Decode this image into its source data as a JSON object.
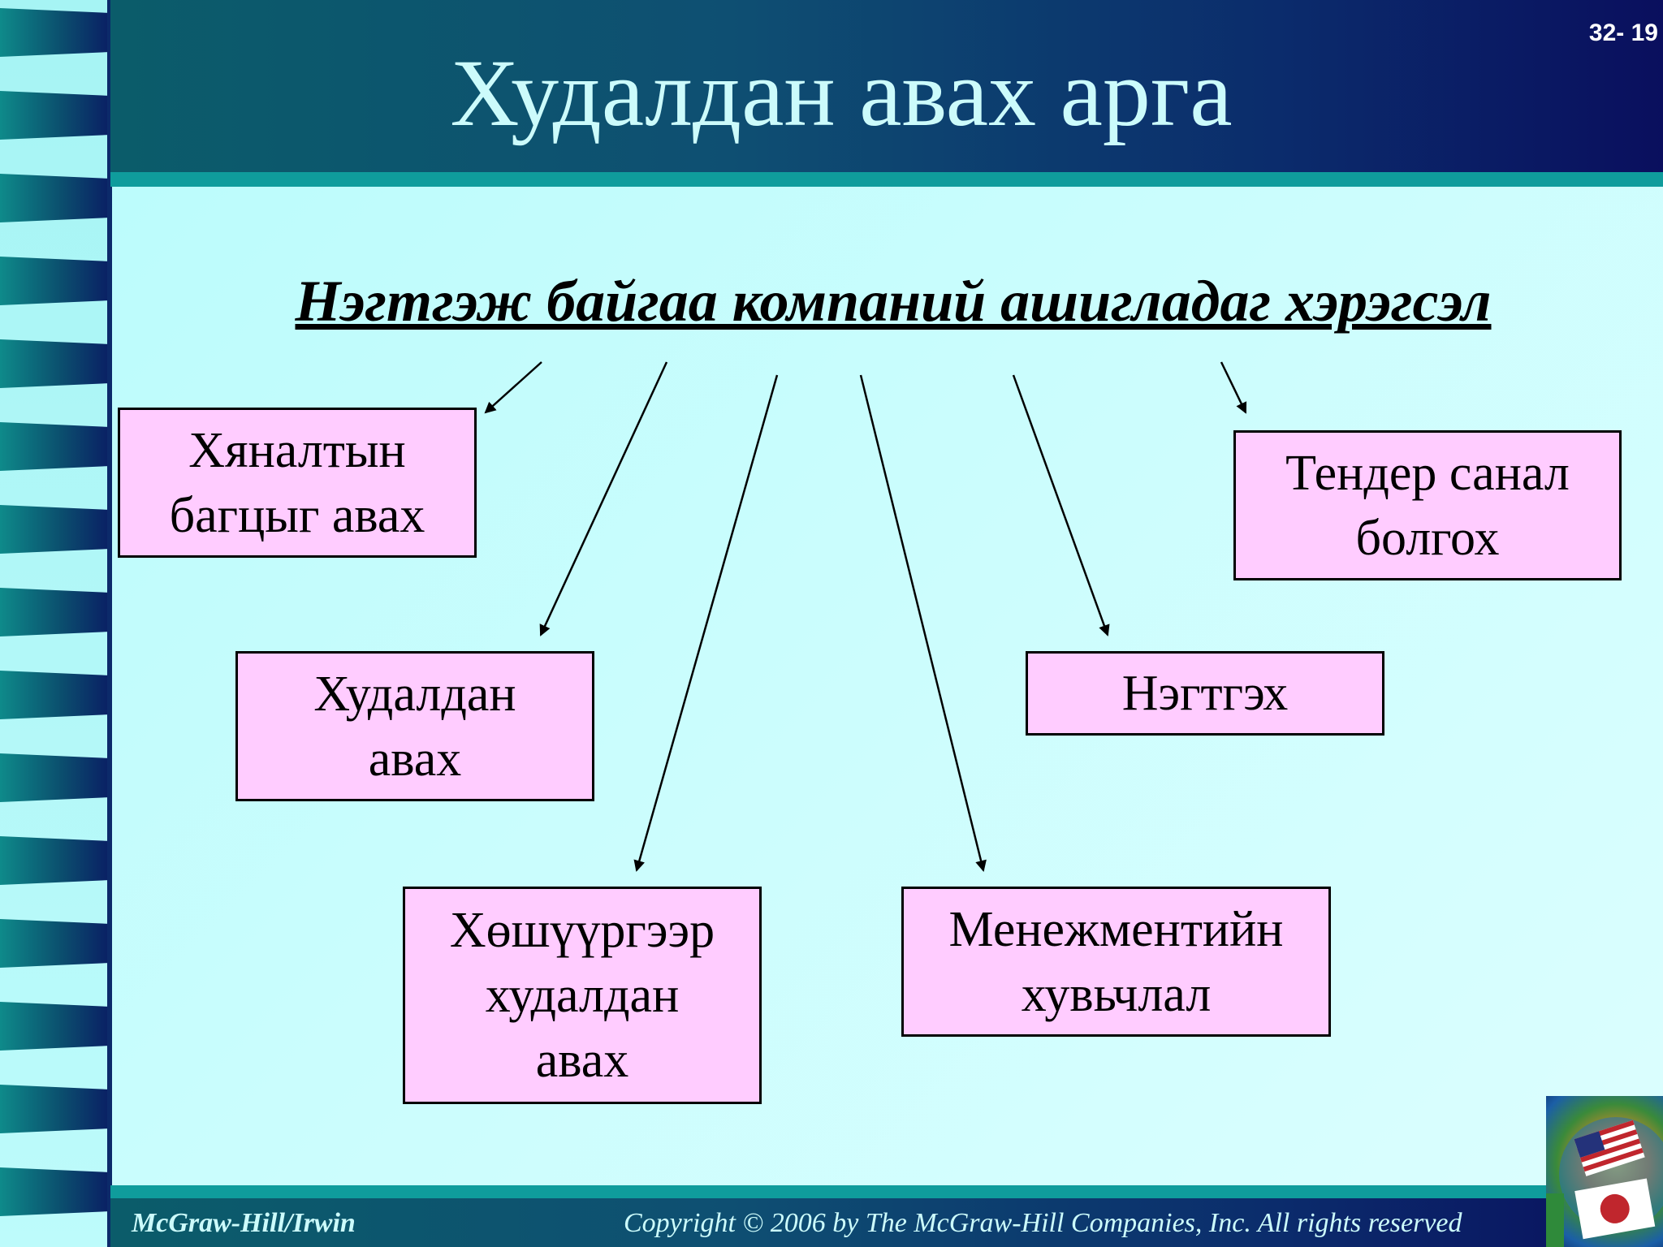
{
  "slide": {
    "title": "Худалдан авах арга",
    "number": "32- 19"
  },
  "diagram": {
    "heading": "Нэгтгэж байгаа компаний ашигладаг хэрэгсэл",
    "nodes": [
      {
        "id": "control-package",
        "label": "Хяналтын\nбагцыг авах"
      },
      {
        "id": "tender",
        "label": "Тендер санал\nболгох"
      },
      {
        "id": "acquisition",
        "label": "Худалдан\nавах"
      },
      {
        "id": "merger",
        "label": "Нэгтгэх"
      },
      {
        "id": "leveraged-buyout",
        "label": "Хөшүүргээр\nхудалдан\nавах"
      },
      {
        "id": "management-buyout",
        "label": "Менежментийн\nхувьчлал"
      }
    ]
  },
  "footer": {
    "brand": "McGraw-Hill/Irwin",
    "copyright": "Copyright © 2006 by The McGraw-Hill Companies, Inc. All rights reserved"
  },
  "colors": {
    "node_fill": "#ffccff",
    "header": "#0b2c6c",
    "title_text": "#ccfbfb",
    "background": "#c9fdfd"
  }
}
